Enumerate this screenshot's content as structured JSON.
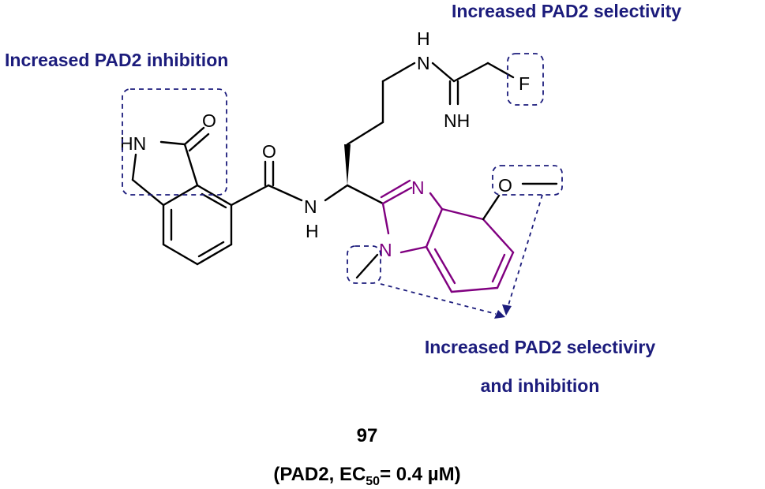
{
  "annotations": {
    "pad2_selectivity_top": "Increased PAD2 selectivity",
    "pad2_inhibition": "Increased PAD2 inhibition",
    "pad2_selectivity_inhibition_line1": "Increased PAD2 selectiviry",
    "pad2_selectivity_inhibition_line2": "and inhibition"
  },
  "atoms": {
    "hn_lactam": "HN",
    "o_lactam": "O",
    "o_amide": "O",
    "n_amide": "N",
    "h_amide": "H",
    "h_guanidine": "H",
    "n_guanidine": "N",
    "nh_imine": "NH",
    "f": "F",
    "n_benzimidazole_top": "N",
    "n_benzimidazole_methyl": "N",
    "o_methoxy": "O"
  },
  "compound": {
    "number": "97",
    "activity_prefix": "(PAD2, EC",
    "activity_subscript": "50",
    "activity_suffix": "= 0.4 µM)"
  },
  "colors": {
    "annotation": "#1c1c7c",
    "benzimidazole": "#800080",
    "skeleton": "#000000"
  }
}
